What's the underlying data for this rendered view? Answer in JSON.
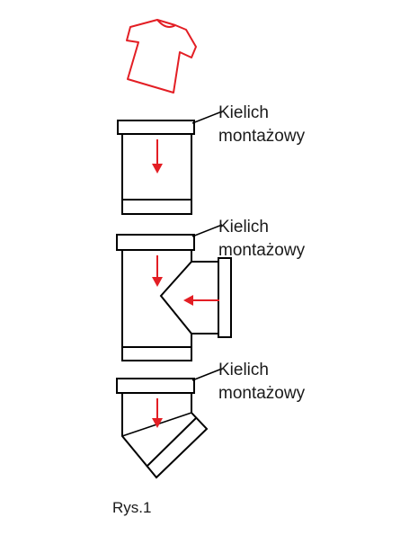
{
  "colors": {
    "outline": "#000000",
    "arrow": "#e31e24",
    "shirt": "#e31e24",
    "text": "#1a1a1a",
    "background": "#ffffff"
  },
  "icons": {
    "top": "t-shirt-icon"
  },
  "components": [
    {
      "type": "straight-pipe-segment",
      "flow_arrow": "down",
      "label": {
        "line1": "Kielich",
        "line2": "montażowy"
      }
    },
    {
      "type": "tee-fitting",
      "flow_arrows": [
        "down",
        "left"
      ],
      "label": {
        "line1": "Kielich",
        "line2": "montażowy"
      }
    },
    {
      "type": "elbow-45-fitting",
      "flow_arrow": "down",
      "label": {
        "line1": "Kielich",
        "line2": "montażowy"
      }
    }
  ],
  "caption": "Rys.1"
}
